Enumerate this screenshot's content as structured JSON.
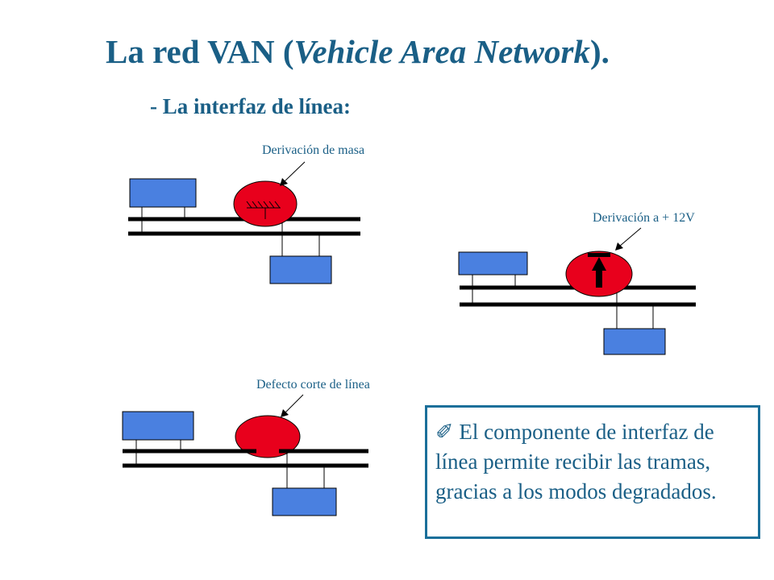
{
  "slide": {
    "title_main": "La red VAN (",
    "title_italic": "Vehicle Area Network",
    "title_end": ").",
    "subtitle": "- La interfaz de línea:"
  },
  "diagrams": {
    "ground": {
      "label": "Derivación de masa"
    },
    "plus12v": {
      "label": "Derivación a + 12V"
    },
    "cut": {
      "label": "Defecto corte de línea"
    }
  },
  "note": {
    "bullet": "✐",
    "text": "El componente de interfaz de línea permite recibir las tramas, gracias a los modos degradados."
  },
  "colors": {
    "title": "#1a5f86",
    "box_fill": "#4a80e0",
    "fault_red": "#e8001c",
    "line": "#000000",
    "note_border": "#1a6f9a"
  }
}
